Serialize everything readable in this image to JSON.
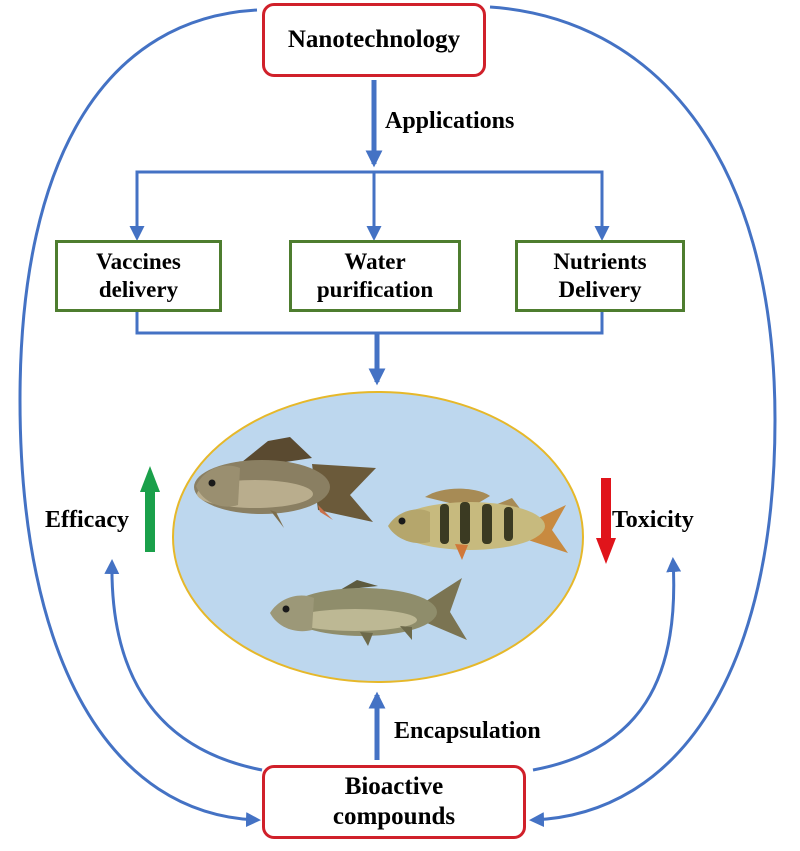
{
  "nodes": {
    "top": "Nanotechnology",
    "applications": [
      {
        "text": "Vaccines\ndelivery"
      },
      {
        "text": "Water\npurification"
      },
      {
        "text": "Nutrients\nDelivery"
      }
    ],
    "bottom": "Bioactive\ncompounds"
  },
  "edge_labels": {
    "applications": "Applications",
    "encapsulation": "Encapsulation"
  },
  "effects": {
    "efficacy": {
      "label": "Efficacy",
      "direction": "up",
      "color": "#1aa04a"
    },
    "toxicity": {
      "label": "Toxicity",
      "direction": "down",
      "color": "#e0141b"
    }
  },
  "center_image": {
    "subject": "fish-illustrations",
    "count": 3
  },
  "colors": {
    "arrow": "#4472c4",
    "red_border": "#d0202a",
    "green_border": "#4e7d2f",
    "pond_fill": "#bdd7ee",
    "pond_border": "#e6b82a"
  }
}
